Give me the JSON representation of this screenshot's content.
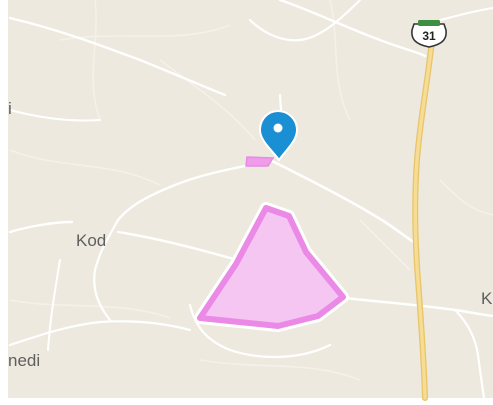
{
  "map": {
    "labels": {
      "kod": "Kod",
      "nedi": "nedi",
      "left_top": "i",
      "right_k": "K"
    },
    "highway_shield": {
      "number": "31"
    },
    "pin_icon": "map-pin-icon",
    "colors": {
      "land": "#ede9df",
      "roads_minor": "#ffffff",
      "highway": "#f2cf78",
      "area_fill": "#f1b8ee",
      "area_stroke": "#ea8ae6",
      "pin": "#1a8fd4"
    }
  }
}
